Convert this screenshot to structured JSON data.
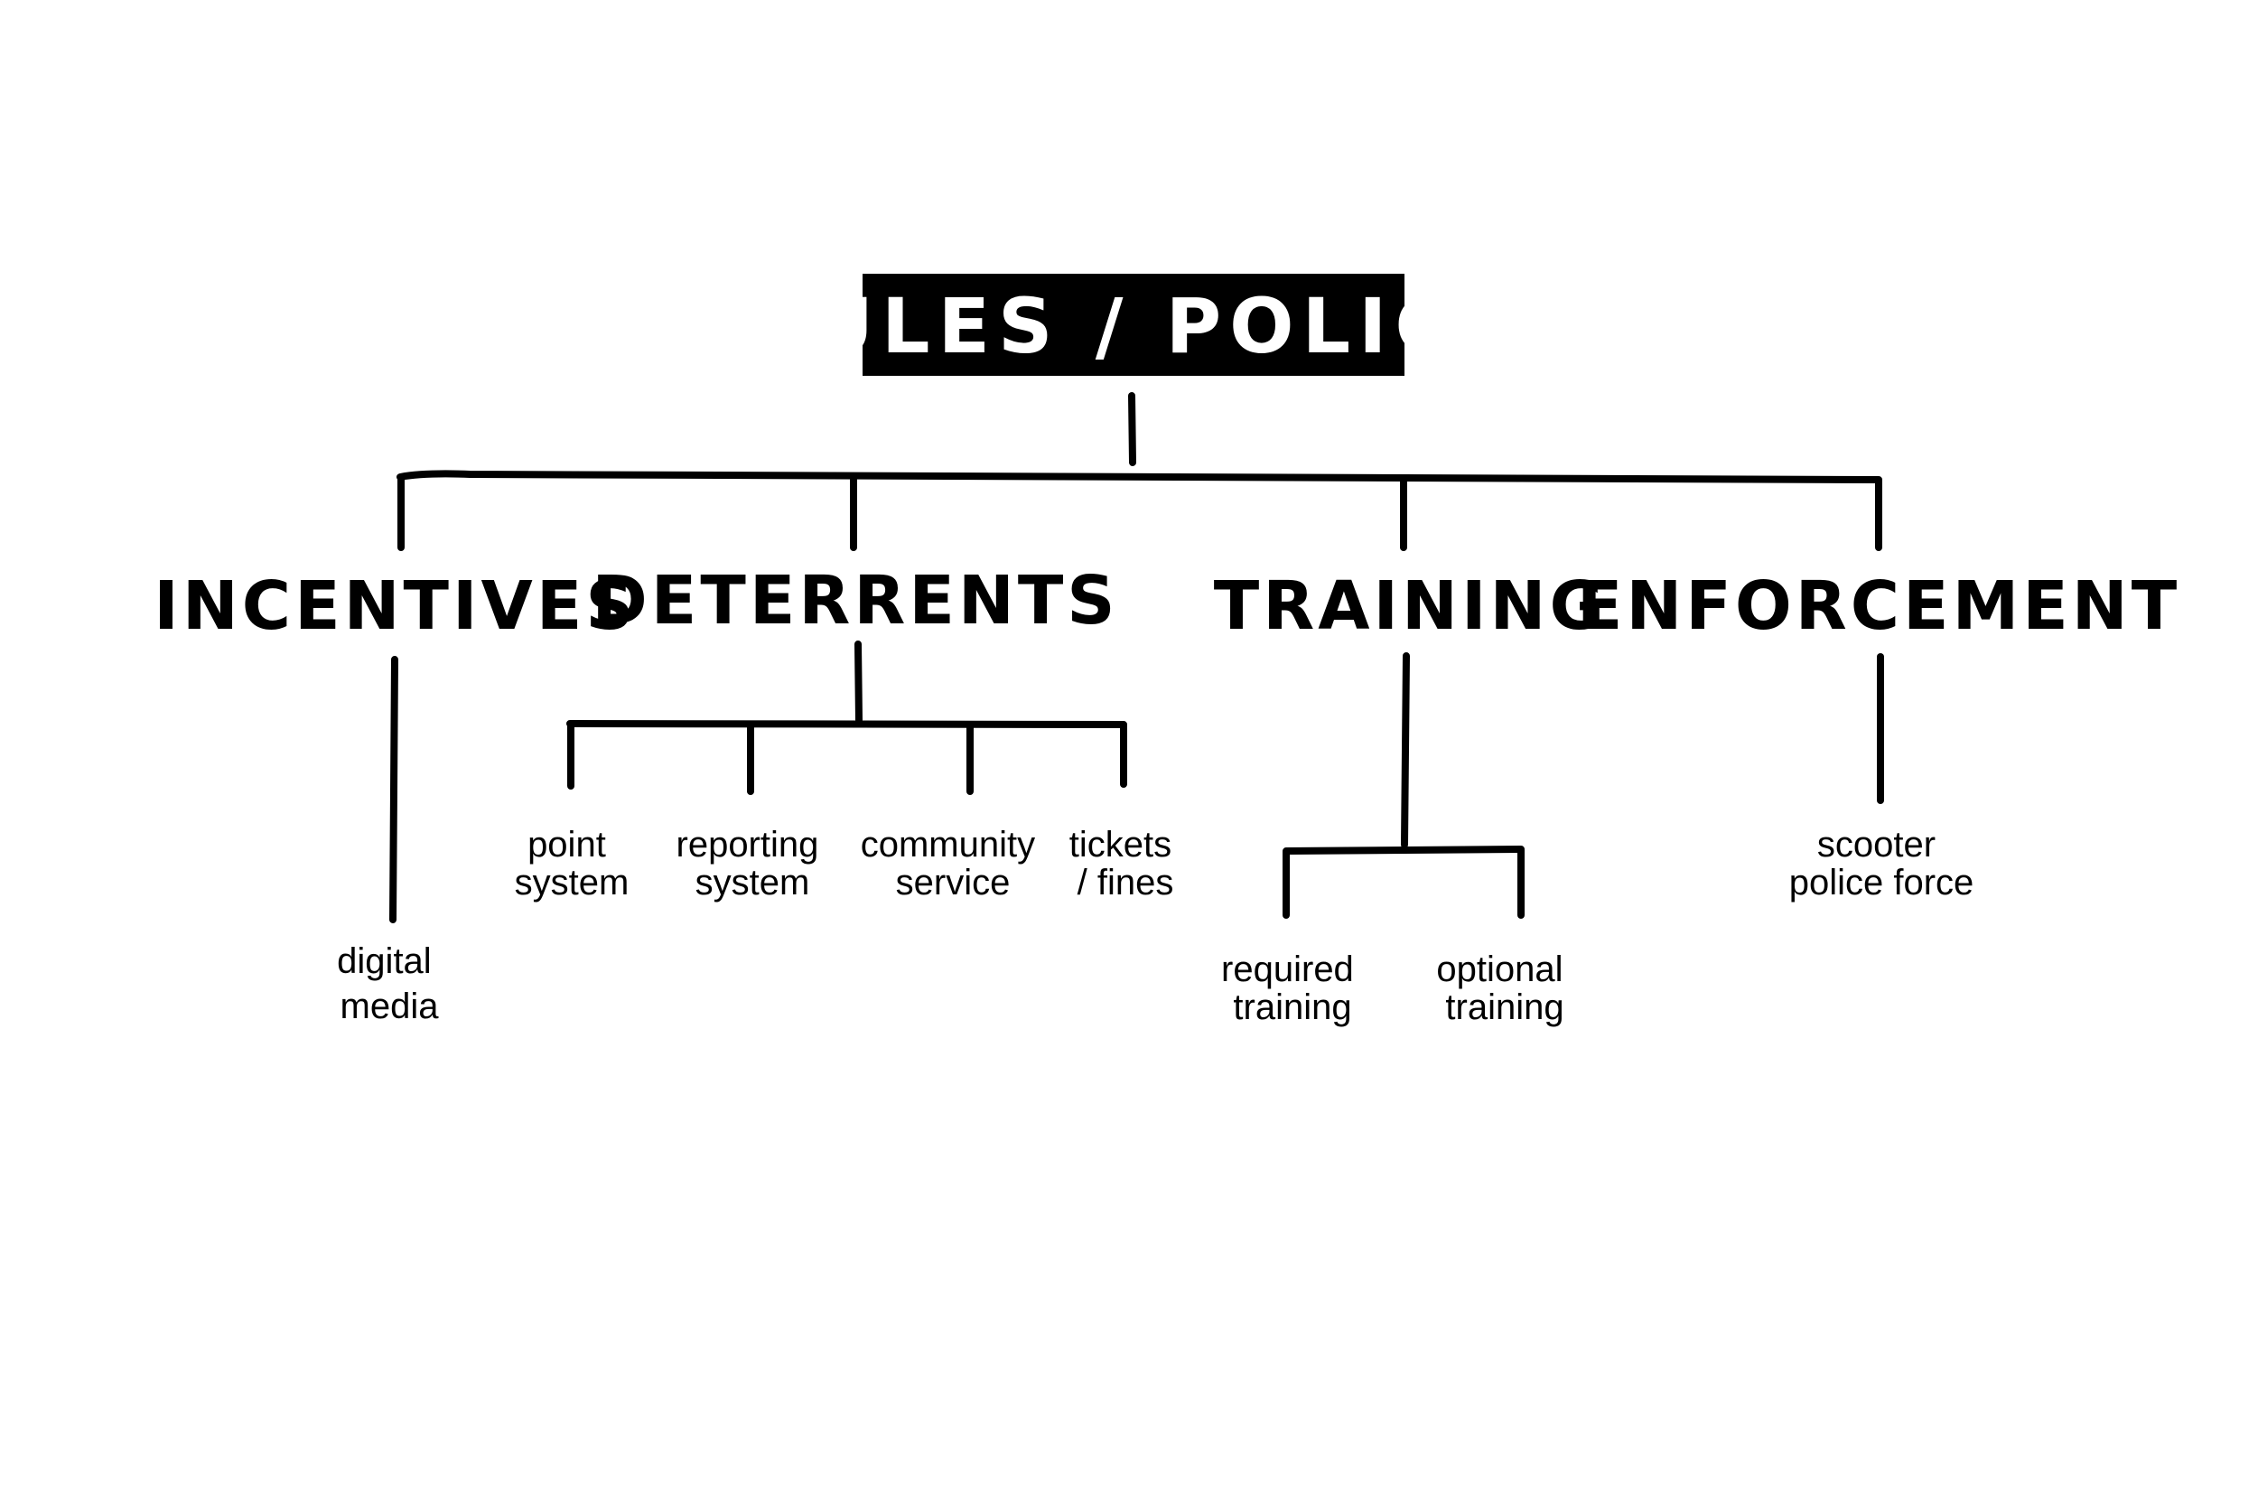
{
  "root": {
    "label": "RULES / POLICY"
  },
  "categories": [
    {
      "label": "INCENTIVES",
      "children": [
        {
          "lines": [
            "digital",
            "media"
          ]
        }
      ]
    },
    {
      "label": "DETERRENTS",
      "children": [
        {
          "lines": [
            "point",
            "system"
          ]
        },
        {
          "lines": [
            "reporting",
            "system"
          ]
        },
        {
          "lines": [
            "community",
            "service"
          ]
        },
        {
          "lines": [
            "tickets",
            "/ fines"
          ]
        }
      ]
    },
    {
      "label": "TRAINING",
      "children": [
        {
          "lines": [
            "required",
            "training"
          ]
        },
        {
          "lines": [
            "optional",
            "training"
          ]
        }
      ]
    },
    {
      "label": "ENFORCEMENT",
      "children": [
        {
          "lines": [
            "scooter",
            "police force"
          ]
        }
      ]
    }
  ]
}
